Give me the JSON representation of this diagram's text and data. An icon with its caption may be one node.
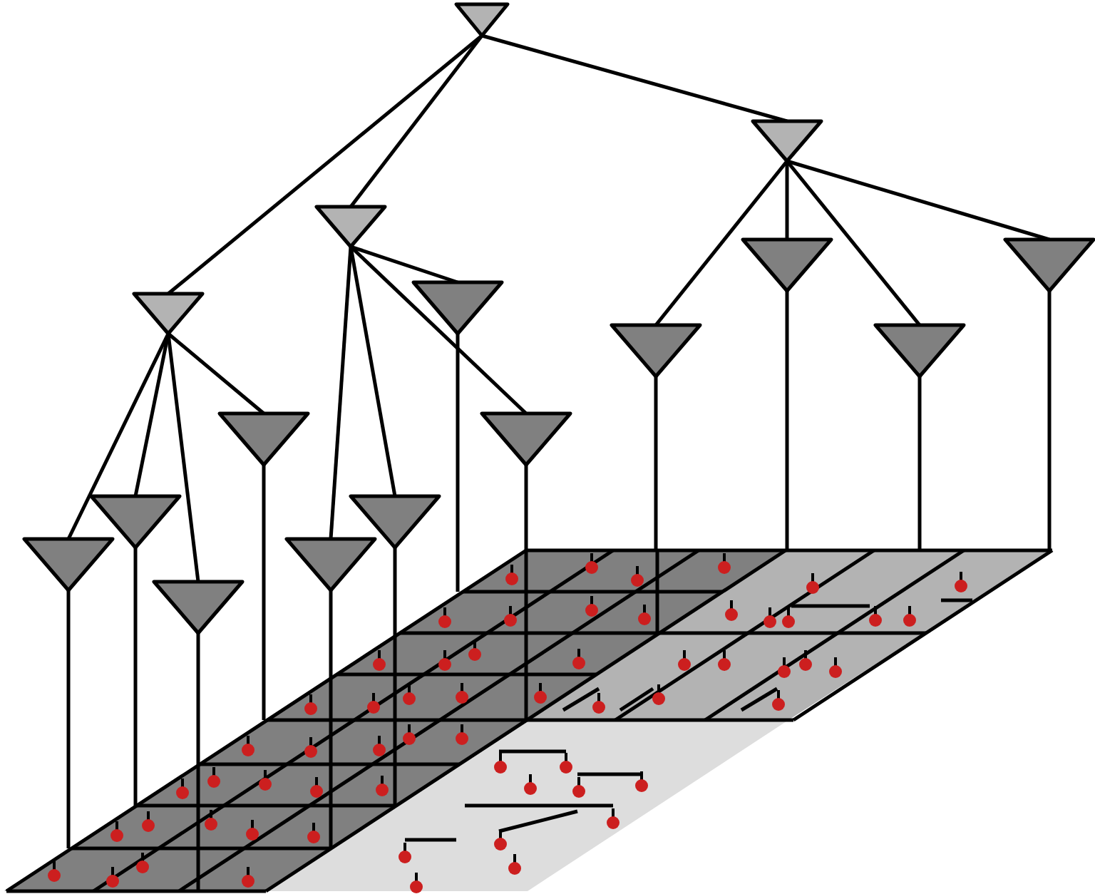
{
  "diagram": {
    "nodes": [
      {
        "text": [],
        "shape": "triangle"
      },
      {
        "text": [],
        "shape": "triangle"
      },
      {
        "text": [],
        "shape": "triangle"
      },
      {
        "text": [],
        "shape": "triangle"
      },
      {
        "text": [],
        "shape": "triangle"
      },
      {
        "text": [],
        "shape": "triangle"
      },
      {
        "text": [],
        "shape": "triangle"
      },
      {
        "text": [],
        "shape": "triangle"
      },
      {
        "text": [],
        "shape": "triangle"
      },
      {
        "text": [],
        "shape": "triangle"
      },
      {
        "text": [],
        "shape": "triangle"
      },
      {
        "text": [],
        "shape": "triangle"
      },
      {
        "text": [],
        "shape": "triangle"
      },
      {
        "text": [],
        "shape": "triangle"
      },
      {
        "text": [],
        "shape": "triangle"
      },
      {
        "text": [],
        "shape": "triangle"
      }
    ],
    "edges": [
      {
        "from": 0,
        "to": 1,
        "arrow": "none"
      },
      {
        "from": 0,
        "to": 2,
        "arrow": "none"
      },
      {
        "from": 0,
        "to": 3,
        "arrow": "none"
      },
      {
        "from": 1,
        "to": 4,
        "arrow": "none"
      },
      {
        "from": 1,
        "to": 5,
        "arrow": "none"
      },
      {
        "from": 1,
        "to": 6,
        "arrow": "none"
      },
      {
        "from": 1,
        "to": 7,
        "arrow": "none"
      },
      {
        "from": 2,
        "to": 8,
        "arrow": "none"
      },
      {
        "from": 2,
        "to": 9,
        "arrow": "none"
      },
      {
        "from": 2,
        "to": 10,
        "arrow": "none"
      },
      {
        "from": 2,
        "to": 11,
        "arrow": "none"
      },
      {
        "from": 3,
        "to": 12,
        "arrow": "none"
      },
      {
        "from": 3,
        "to": 13,
        "arrow": "none"
      },
      {
        "from": 3,
        "to": 14,
        "arrow": "none"
      },
      {
        "from": 3,
        "to": 15,
        "arrow": "none"
      },
      {
        "from": 4,
        "to": null,
        "arrow": "none"
      },
      {
        "from": 5,
        "to": null,
        "arrow": "none"
      },
      {
        "from": 6,
        "to": null,
        "arrow": "none"
      },
      {
        "from": 7,
        "to": null,
        "arrow": "none"
      },
      {
        "from": 8,
        "to": null,
        "arrow": "none"
      },
      {
        "from": 9,
        "to": null,
        "arrow": "none"
      },
      {
        "from": 10,
        "to": null,
        "arrow": "none"
      },
      {
        "from": 11,
        "to": null,
        "arrow": "none"
      },
      {
        "from": 12,
        "to": null,
        "arrow": "none"
      },
      {
        "from": 13,
        "to": null,
        "arrow": "none"
      },
      {
        "from": 14,
        "to": null,
        "arrow": "none"
      },
      {
        "from": 15,
        "to": null,
        "arrow": "none"
      }
    ]
  }
}
